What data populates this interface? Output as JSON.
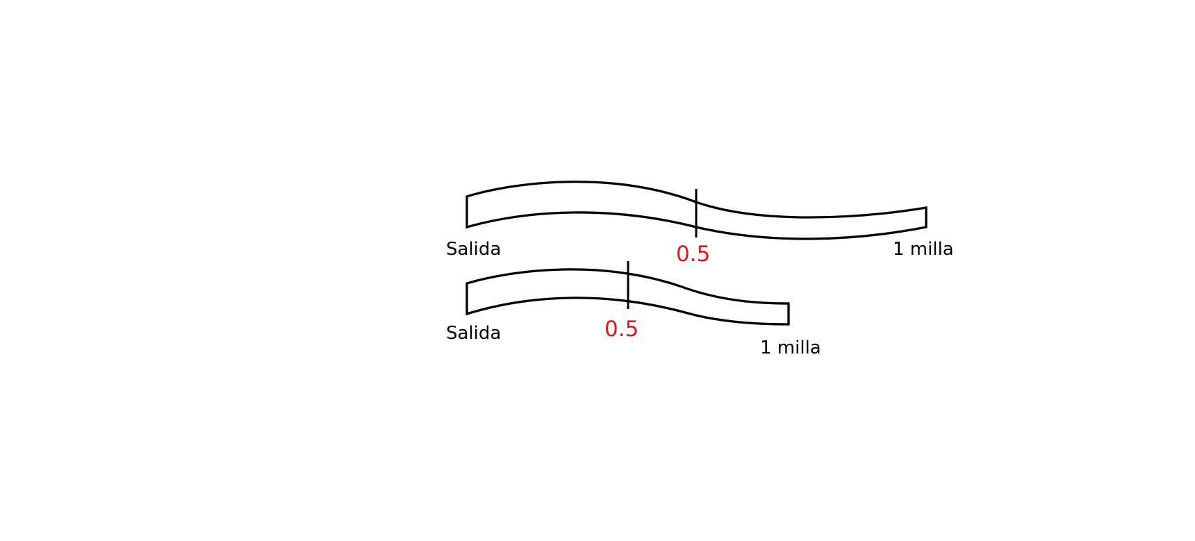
{
  "colors": {
    "midpoint": "#e8141c",
    "outline": "#000000"
  },
  "tracks": [
    {
      "start_label": "Salida",
      "mid_label": "0.5",
      "end_label": "1 milla"
    },
    {
      "start_label": "Salida",
      "mid_label": "0.5",
      "end_label": "1 milla"
    }
  ]
}
